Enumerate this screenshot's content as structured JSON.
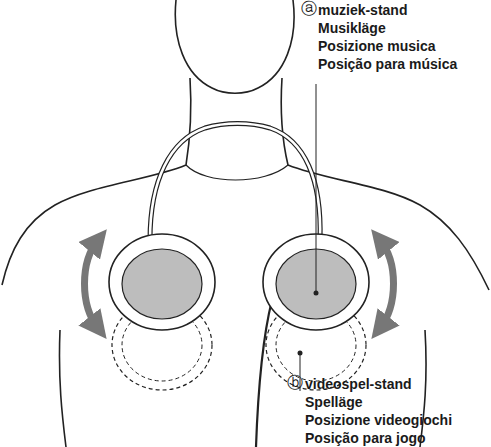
{
  "diagram": {
    "labels": [
      "ⓐ",
      "muziek-stand",
      "Musikläge",
      "Posizione musica",
      "Posição para música",
      "ⓑ",
      "videospel-stand",
      "Spelläge",
      "Posizione videogiochi",
      "Posição para jogo"
    ]
  }
}
